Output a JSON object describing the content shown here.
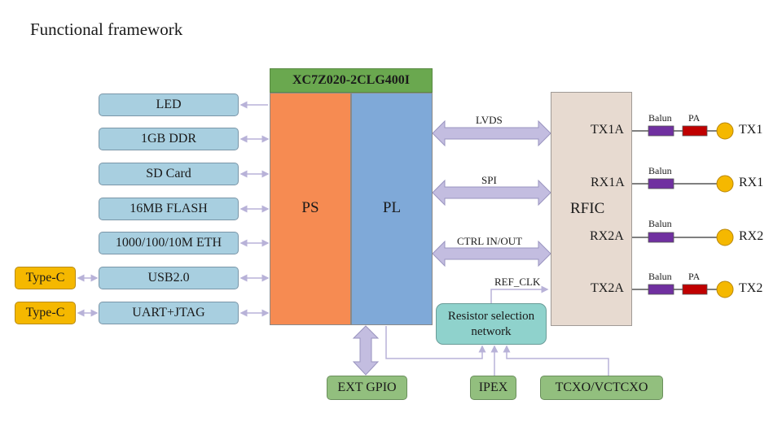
{
  "title": "Functional framework",
  "chip": {
    "name": "XC7Z020-2CLG400I",
    "ps": "PS",
    "pl": "PL"
  },
  "peripherals": [
    "LED",
    "1GB DDR",
    "SD Card",
    "16MB FLASH",
    "1000/100/10M ETH",
    "USB2.0",
    "UART+JTAG"
  ],
  "connectors": [
    "Type-C",
    "Type-C"
  ],
  "buses": [
    "LVDS",
    "SPI",
    "CTRL IN/OUT"
  ],
  "ref_clk": "REF_CLK",
  "rfic": {
    "name": "RFIC",
    "ports": [
      {
        "port": "TX1A",
        "chain": [
          "Balun",
          "PA"
        ],
        "antenna": "TX1"
      },
      {
        "port": "RX1A",
        "chain": [
          "Balun"
        ],
        "antenna": "RX1"
      },
      {
        "port": "RX2A",
        "chain": [
          "Balun"
        ],
        "antenna": "RX2"
      },
      {
        "port": "TX2A",
        "chain": [
          "Balun",
          "PA"
        ],
        "antenna": "TX2"
      }
    ]
  },
  "resistor_network": {
    "line1": "Resistor selection",
    "line2": "network"
  },
  "bottom": {
    "ext_gpio": "EXT GPIO",
    "ipex": "IPEX",
    "tcxo": "TCXO/VCTCXO"
  },
  "colors": {
    "peripheral": "#a8cfe0",
    "connector": "#f5b800",
    "chip_header": "#6aa84f",
    "ps": "#f68b52",
    "pl": "#7fa9d8",
    "rfic": "#e7dad0",
    "bus_arrow": "#c3bde0",
    "balun": "#7030a0",
    "pa": "#c00000",
    "antenna": "#f5b800",
    "resistor_network": "#8fd2cc",
    "bottom_box": "#92bf7e"
  }
}
